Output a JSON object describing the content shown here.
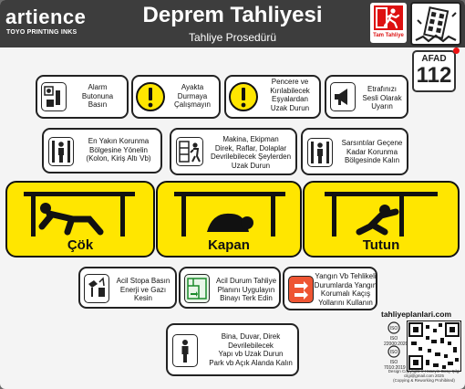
{
  "brand": {
    "name": "artience",
    "sub": "TOYO PRINTING INKS"
  },
  "header": {
    "title": "Deprem Tahliyesi",
    "subtitle": "Tahliye Prosedürü",
    "exit_label": "Tam Tahliye"
  },
  "afad": {
    "name": "AFAD",
    "number": "112"
  },
  "steps": {
    "alarm": "Alarm\nButonuna\nBasın",
    "stand": "Ayakta\nDurmaya\nÇalışmayın",
    "window": "Pencere ve\nKırılabilecek\nEşyalardan\nUzak Durun",
    "notify": "Etrafınızı\nSesli Olarak\nUyarın",
    "safe": "En Yakın Korunma\nBölgesine Yönelin\n(Kolon, Kiriş Altı Vb)",
    "machine": "Makina, Ekipman\nDirek, Raflar, Dolaplar\nDevrilebilecek Şeylerden\nUzak Durun",
    "wait": "Sarsıntılar Geçene\nKadar Korunma\nBölgesinde Kalın",
    "stop": "Acil Stopa Basın\nEnerji ve Gazı\nKesin",
    "plan": "Acil Durum Tahliye\nPlanını Uygulayın\nBinayı Terk Edin",
    "fire": "Yangın Vb Tehlikeli\nDurumlarda Yangın\nKorumalı Kaçış\nYollarını Kullanın",
    "outside": "Bina, Duvar, Direk\nDevrilebilecek\nYapı vb Uzak Durun\nPark vb Açık Alanda Kalın"
  },
  "actions": {
    "drop": "Çök",
    "cover": "Kapan",
    "hold": "Tutun"
  },
  "footer": {
    "url": "tahliyeplanlari.com",
    "iso1": "ISO 22000:2020",
    "iso2": "ISO 7010:2019",
    "copyright": "Design Copyright © Hüseyin Giray Çilgi\ncilgi@gmail.com 2025\n(Copying & Reworking Prohibited)"
  },
  "colors": {
    "accent": "#ffe600",
    "dark": "#3d3d3d",
    "danger": "#dd1111"
  }
}
